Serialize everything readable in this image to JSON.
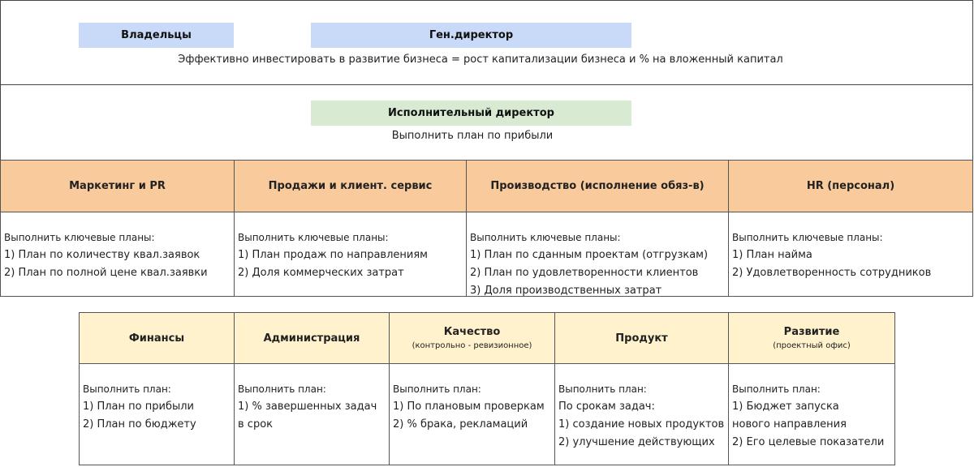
{
  "top": {
    "owners": "Владельцы",
    "ceo": "Ген.директор",
    "goal": "Эффективно инвестировать в развитие бизнеса = рост капитализации бизнеса и % на вложенный капитал"
  },
  "exec": {
    "title": "Исполнительный директор",
    "goal": "Выполнить план по прибыли"
  },
  "row1": [
    {
      "title": "Маркетинг и PR",
      "lines": [
        "Выполнить ключевые планы:",
        "1) План по количеству квал.заявок",
        "2) План по полной цене квал.заявки"
      ]
    },
    {
      "title": "Продажи и клиент. сервис",
      "lines": [
        "Выполнить ключевые планы:",
        "1) План продаж по направлениям",
        "2) Доля коммерческих затрат"
      ]
    },
    {
      "title": "Производство (исполнение обяз-в)",
      "lines": [
        "Выполнить ключевые планы:",
        "1) План по сданным проектам (отгрузкам)",
        "2) План по удовлетворенности клиентов",
        "3) Доля производственных затрат"
      ]
    },
    {
      "title": "HR (персонал)",
      "lines": [
        "Выполнить ключевые планы:",
        "1) План найма",
        "2) Удовлетворенность сотрудников"
      ]
    }
  ],
  "row2": [
    {
      "title": "Финансы",
      "sub": "",
      "lines": [
        "Выполнить план:",
        "1) План по прибыли",
        "2) План по бюджету"
      ]
    },
    {
      "title": "Администрация",
      "sub": "",
      "lines": [
        "Выполнить план:",
        "1) % завершенных задач",
        "в срок"
      ]
    },
    {
      "title": "Качество",
      "sub": "(контрольно - ревизионное)",
      "lines": [
        "Выполнить план:",
        "1) По плановым проверкам",
        "2) % брака, рекламаций"
      ]
    },
    {
      "title": "Продукт",
      "sub": "",
      "lines": [
        "Выполнить план:",
        "По срокам задач:",
        "1) создание новых продуктов",
        "2) улучшение действующих"
      ]
    },
    {
      "title": "Развитие",
      "sub": "(проектный офис)",
      "lines": [
        "Выполнить план:",
        "1) Бюджет запуска",
        " нового направления",
        "2) Его целевые показатели"
      ]
    }
  ]
}
